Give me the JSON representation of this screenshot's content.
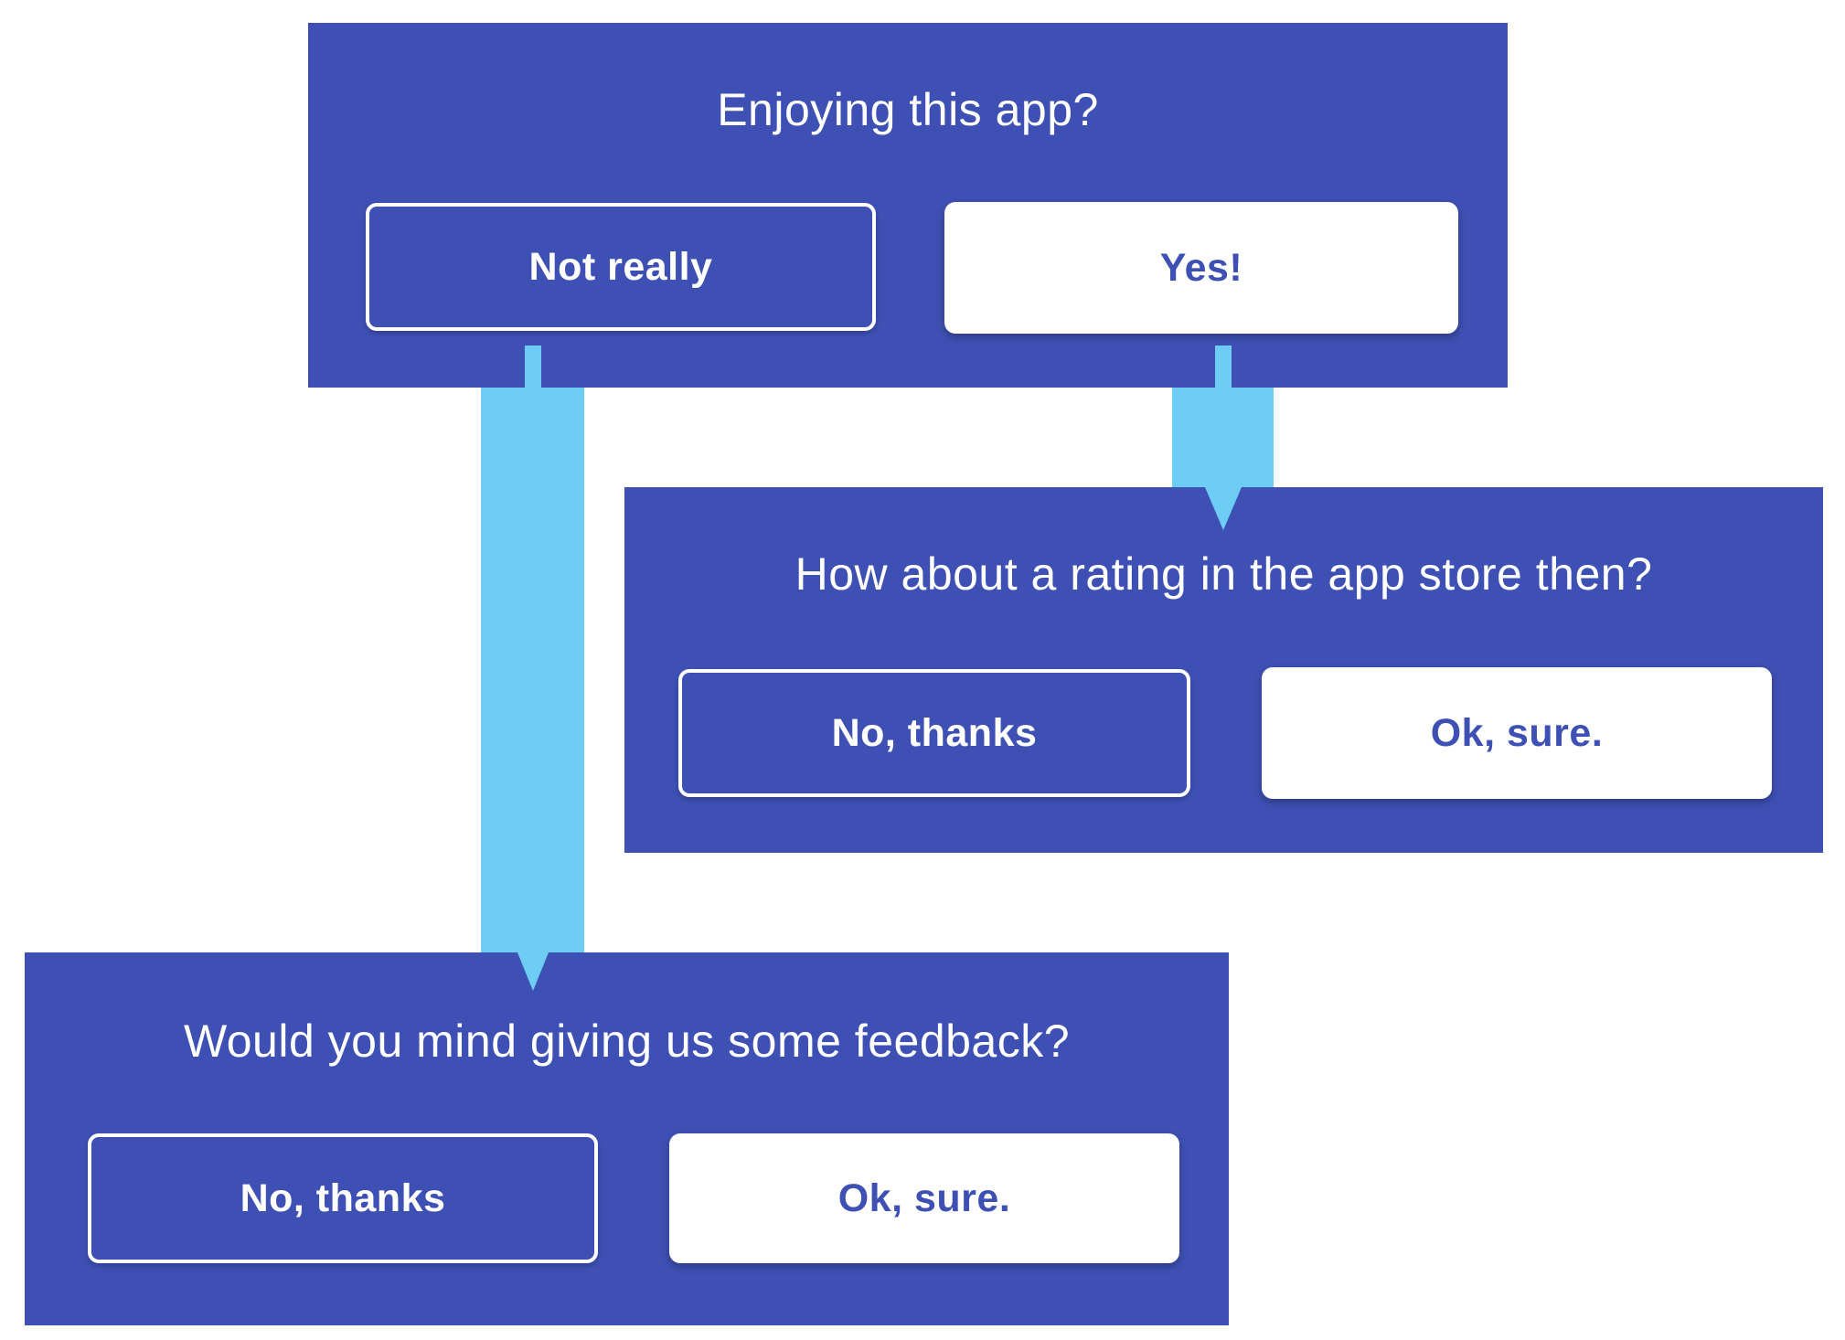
{
  "colors": {
    "panel": "#3E50B4",
    "arrow": "#6DCDF4",
    "title_text": "#FFFFFF",
    "outline_button_text": "#FFFFFF",
    "filled_button_text": "#3E50B4",
    "background": "#FFFFFF"
  },
  "panels": [
    {
      "id": "enjoying",
      "question": "Enjoying this app?",
      "buttons": [
        {
          "label": "Not really",
          "variant": "outline"
        },
        {
          "label": "Yes!",
          "variant": "filled"
        }
      ]
    },
    {
      "id": "rating",
      "question": "How about a rating in the app store then?",
      "buttons": [
        {
          "label": "No, thanks",
          "variant": "outline"
        },
        {
          "label": "Ok, sure.",
          "variant": "filled"
        }
      ]
    },
    {
      "id": "feedback",
      "question": "Would you mind giving us some feedback?",
      "buttons": [
        {
          "label": "No, thanks",
          "variant": "outline"
        },
        {
          "label": "Ok, sure.",
          "variant": "filled"
        }
      ]
    }
  ],
  "arrows": [
    {
      "from": "yes-button",
      "to": "rating-panel"
    },
    {
      "from": "not-really-button",
      "to": "feedback-panel"
    }
  ]
}
